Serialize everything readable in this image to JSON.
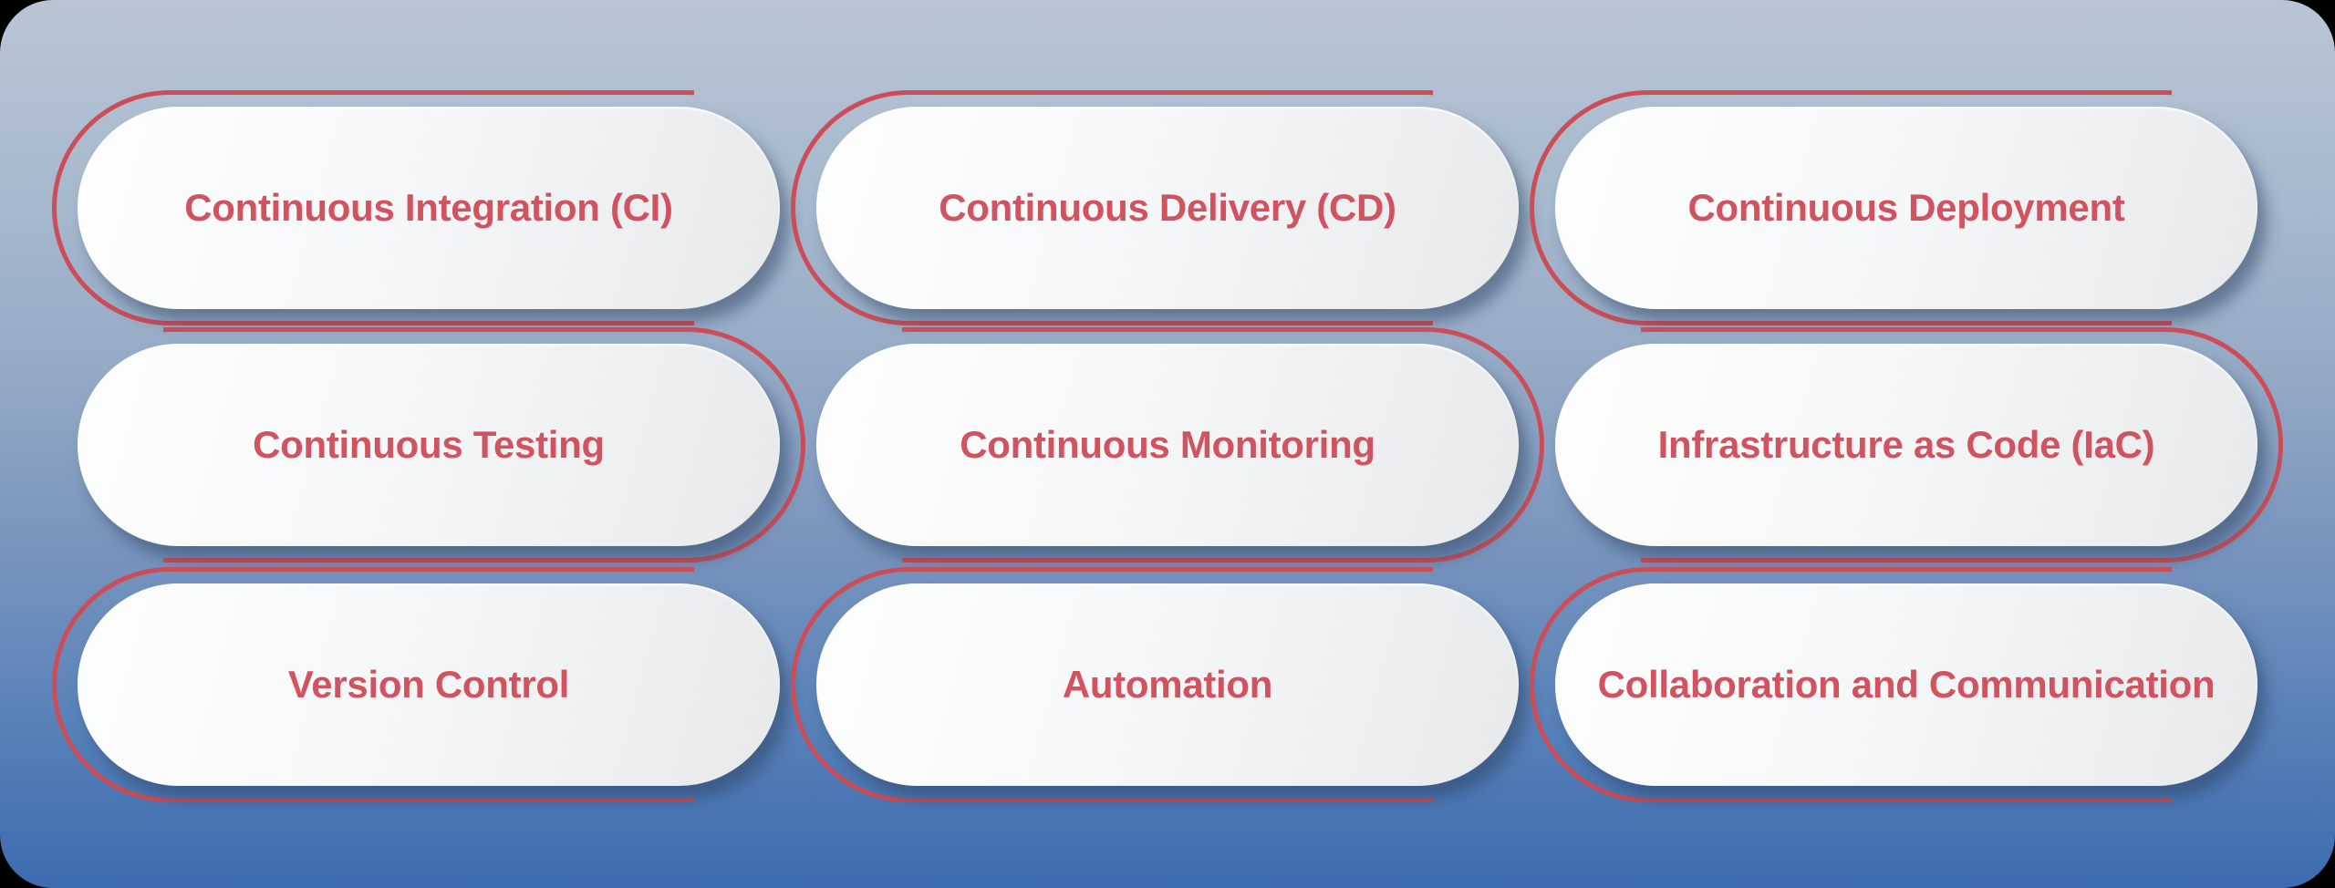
{
  "colors": {
    "page_frame": "#000000",
    "background_top": "#b9c5d5",
    "background_bottom": "#3d6bb0",
    "pill_fill_light": "#fefefe",
    "pill_fill_dark": "#e7e9eb",
    "label_red": "#d25360",
    "ring_red": "#cc4d58"
  },
  "grid": {
    "rows": [
      {
        "cells": [
          {
            "label": "Continuous Integration (CI)",
            "ring_side": "left"
          },
          {
            "label": "Continuous Delivery (CD)",
            "ring_side": "left"
          },
          {
            "label": "Continuous Deployment",
            "ring_side": "left"
          }
        ]
      },
      {
        "cells": [
          {
            "label": "Continuous Testing",
            "ring_side": "right"
          },
          {
            "label": "Continuous Monitoring",
            "ring_side": "right"
          },
          {
            "label": "Infrastructure as Code (IaC)",
            "ring_side": "right"
          }
        ]
      },
      {
        "cells": [
          {
            "label": "Version Control",
            "ring_side": "left"
          },
          {
            "label": "Automation",
            "ring_side": "left"
          },
          {
            "label": "Collaboration and Communication",
            "ring_side": "left"
          }
        ]
      }
    ]
  }
}
